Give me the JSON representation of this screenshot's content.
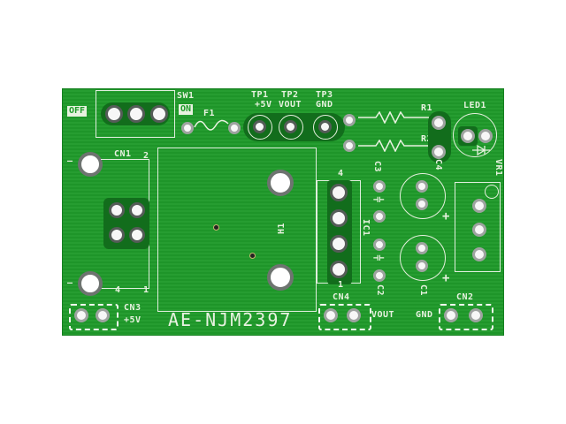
{
  "board": {
    "name": "AE-NJM2397",
    "color": "#1f9a2a",
    "silkscreen_color": "#e8f2e0"
  },
  "switch": {
    "ref": "SW1",
    "off_label": "OFF",
    "on_label": "ON"
  },
  "fuse": {
    "ref": "F1"
  },
  "test_points": [
    {
      "ref": "TP1",
      "label": "+5V"
    },
    {
      "ref": "TP2",
      "label": "VOUT"
    },
    {
      "ref": "TP3",
      "label": "GND"
    }
  ],
  "resistors": [
    {
      "ref": "R1"
    },
    {
      "ref": "R2"
    }
  ],
  "led": {
    "ref": "LED1"
  },
  "capacitors": [
    {
      "ref": "C1"
    },
    {
      "ref": "C2"
    },
    {
      "ref": "C3"
    },
    {
      "ref": "C4"
    }
  ],
  "regulator": {
    "ref": "IC1",
    "pin1": "1",
    "pin4": "4"
  },
  "potentiometer": {
    "ref": "VR1"
  },
  "heatsink": {
    "ref": "H1"
  },
  "connectors": {
    "cn1": {
      "ref": "CN1",
      "pin2": "2",
      "pin4": "4",
      "pin1": "1"
    },
    "cn2": {
      "ref": "CN2",
      "label": "GND"
    },
    "cn3": {
      "ref": "CN3",
      "label": "+5V"
    },
    "cn4": {
      "ref": "CN4",
      "label": "VOUT"
    }
  },
  "polarity": {
    "plus": "+",
    "minus": "–"
  }
}
